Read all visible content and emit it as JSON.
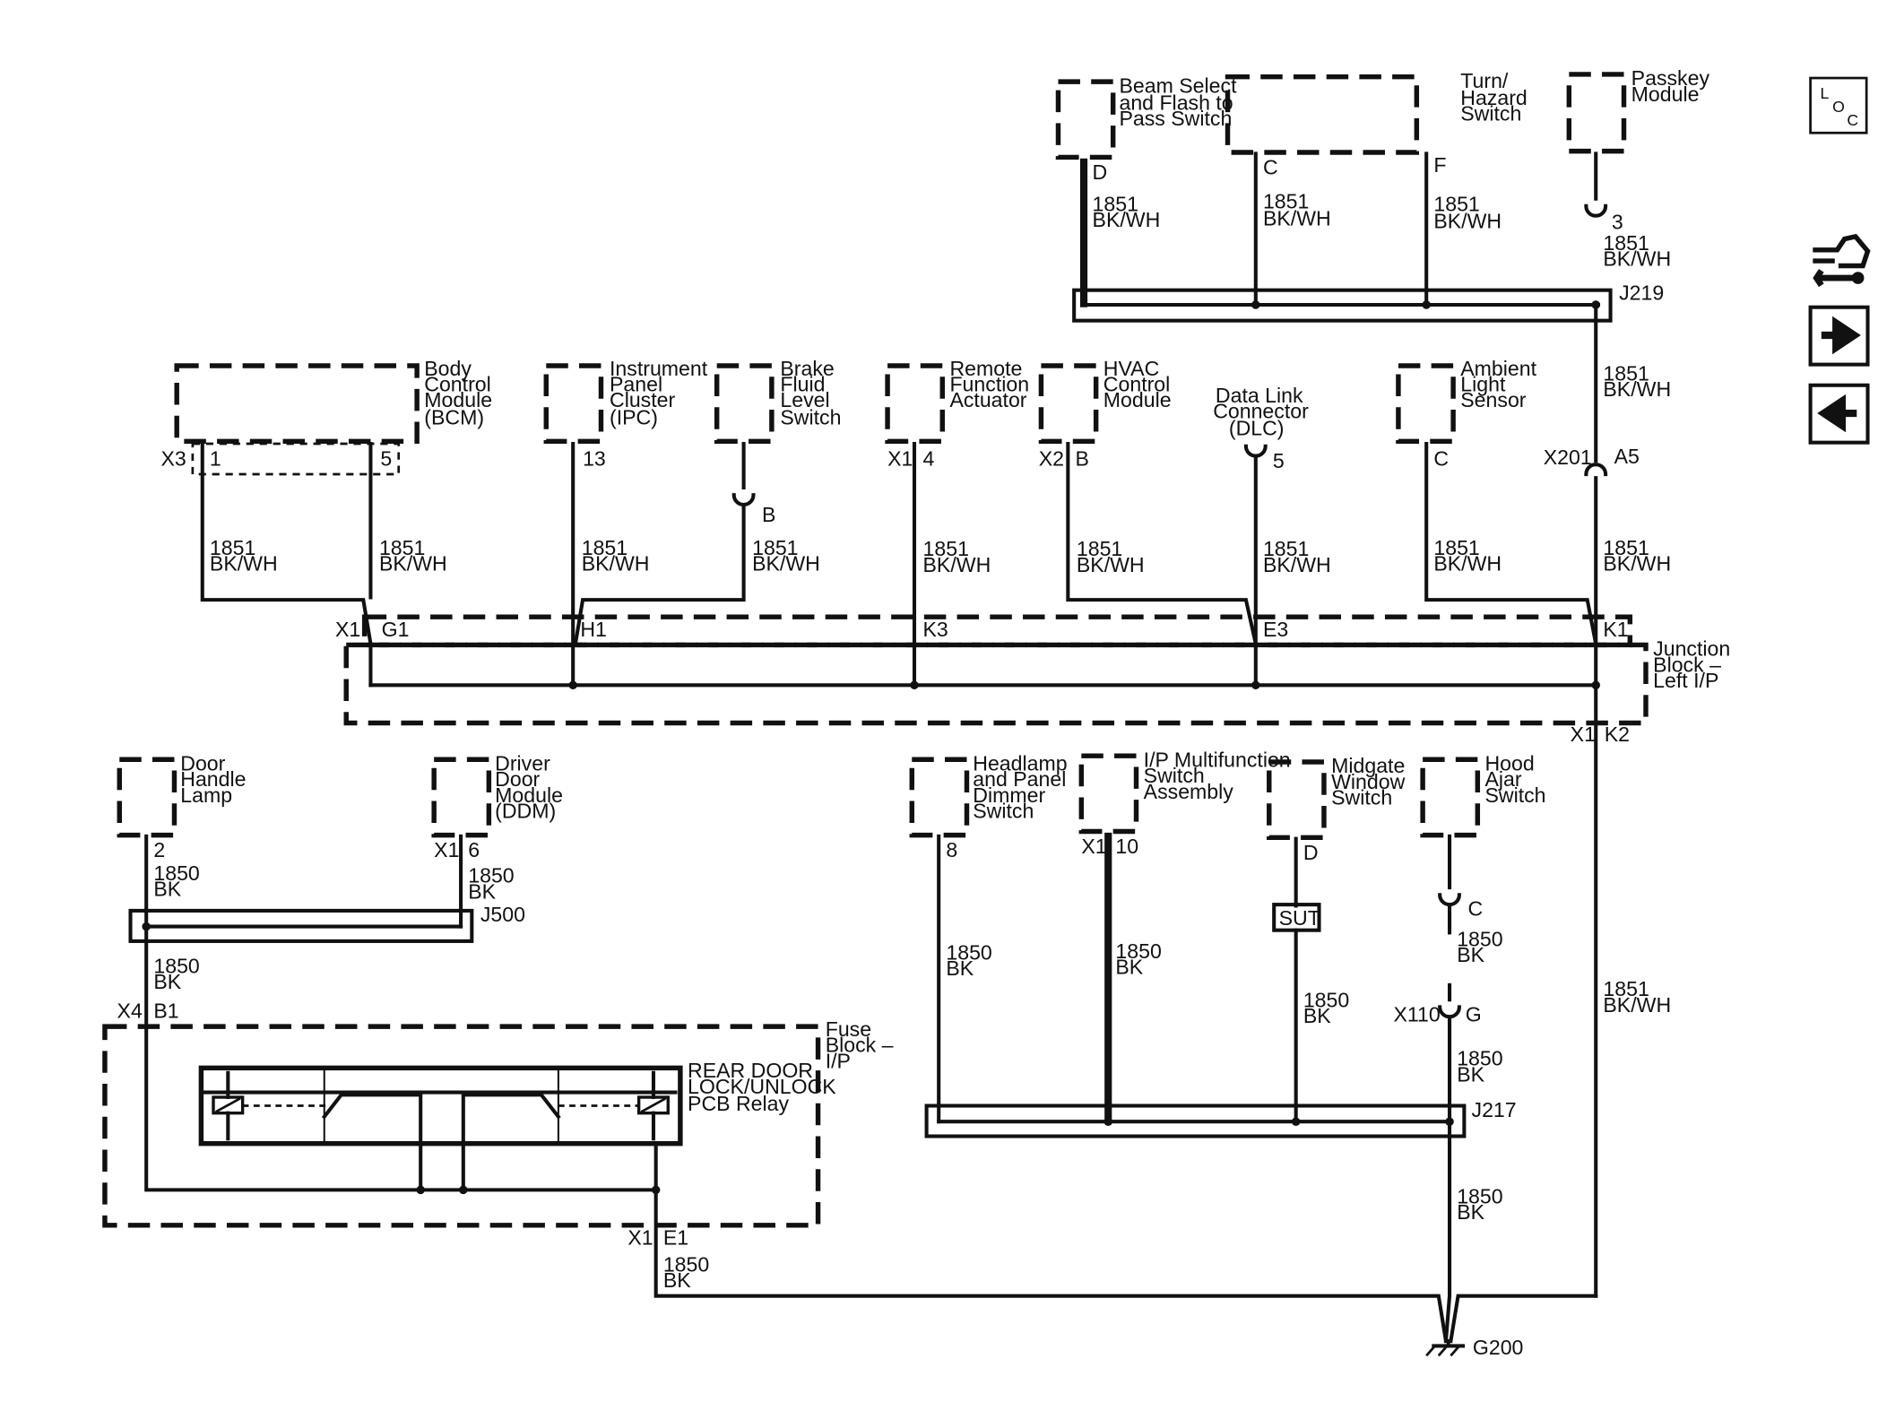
{
  "components": {
    "beam_select": [
      "Beam Select",
      "and Flash to",
      "Pass Switch"
    ],
    "turn_hazard": [
      "Turn/",
      "Hazard",
      "Switch"
    ],
    "passkey": [
      "Passkey",
      "Module"
    ],
    "bcm": [
      "Body",
      "Control",
      "Module",
      "(BCM)"
    ],
    "ipc": [
      "Instrument",
      "Panel",
      "Cluster",
      "(IPC)"
    ],
    "brake_fluid": [
      "Brake",
      "Fluid",
      "Level",
      "Switch"
    ],
    "remote_function": [
      "Remote",
      "Function",
      "Actuator"
    ],
    "hvac": [
      "HVAC",
      "Control",
      "Module"
    ],
    "dlc": [
      "Data Link",
      "Connector",
      "(DLC)"
    ],
    "ambient_light": [
      "Ambient",
      "Light",
      "Sensor"
    ],
    "junction_block": [
      "Junction",
      "Block –",
      "Left I/P"
    ],
    "door_handle_lamp": [
      "Door",
      "Handle",
      "Lamp"
    ],
    "ddm": [
      "Driver",
      "Door",
      "Module",
      "(DDM)"
    ],
    "headlamp_dimmer": [
      "Headlamp",
      "and Panel",
      "Dimmer",
      "Switch"
    ],
    "ip_multifunction": [
      "I/P Multifunction",
      "Switch",
      "Assembly"
    ],
    "midgate_window": [
      "Midgate",
      "Window",
      "Switch"
    ],
    "hood_ajar": [
      "Hood",
      "Ajar",
      "Switch"
    ],
    "fuse_block": [
      "Fuse",
      "Block –",
      "I/P"
    ],
    "relay": [
      "REAR DOOR",
      "LOCK/UNLOCK",
      "PCB Relay"
    ]
  },
  "circuit_1851": [
    "1851",
    "BK/WH"
  ],
  "circuit_1850": [
    "1850",
    "BK"
  ],
  "pins": {
    "D": "D",
    "C": "C",
    "F": "F",
    "three": "3",
    "one": "1",
    "five": "5",
    "thirteen": "13",
    "B": "B",
    "four": "4",
    "two": "2",
    "six": "6",
    "eight": "8",
    "ten": "10",
    "G1": "G1",
    "H1": "H1",
    "K3": "K3",
    "E3": "E3",
    "K1": "K1",
    "K2": "K2",
    "A5": "A5",
    "B1": "B1",
    "E1": "E1",
    "G": "G"
  },
  "connectors": {
    "X1": "X1",
    "X2": "X2",
    "X3": "X3",
    "X4": "X4",
    "X110": "X110",
    "X201": "X201"
  },
  "splices": {
    "J219": "J219",
    "J500": "J500",
    "J217": "J217"
  },
  "sut": "SUT",
  "ground": "G200",
  "nav": {
    "loc": {
      "l": "L",
      "o": "O",
      "c": "C"
    },
    "icons": [
      "vehicle-wrench-icon",
      "arrow-right-icon",
      "arrow-left-icon"
    ]
  }
}
